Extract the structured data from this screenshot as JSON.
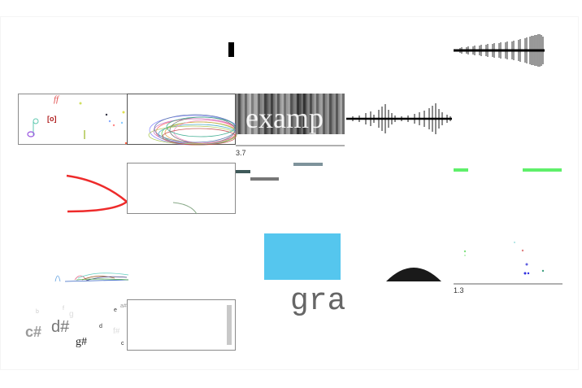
{
  "canvas": {
    "background": "#ffffff",
    "frame_border": "#f4f4f4"
  },
  "tiles": {
    "top_marker": {
      "color": "#000000"
    },
    "notes_panel": {
      "glyphs": [
        {
          "text": "ff",
          "color": "#e05050"
        },
        {
          "text": "[o]",
          "color": "#b02020"
        }
      ]
    },
    "scribble_panel": {
      "description": "tangled multicolor loops"
    },
    "collage_text": {
      "text": "examp",
      "color": "#ffffff"
    },
    "collage_value": "3.7",
    "waveform_top": {
      "color": "#000000"
    },
    "waveform_mid": {
      "color": "#000000"
    },
    "bars": {
      "dark_teal": "#3f5a5a",
      "gray": "#777777",
      "slate": "#7e939b",
      "green": "#5ff06a"
    },
    "red_arc": {
      "color": "#ee2b2b"
    },
    "arc_panel": {
      "arc_color": "#86a886"
    },
    "blue_rect": {
      "color": "#55c6ee"
    },
    "dome": {
      "color": "#1a1a1a"
    },
    "scatter_value": "1.3",
    "mono_text": {
      "text": "gra",
      "color": "#666666"
    },
    "note_names": [
      {
        "text": "c#",
        "size": 18,
        "color": "#9a9a9a",
        "bold": true
      },
      {
        "text": "d#",
        "size": 20,
        "color": "#777777",
        "bold": false
      },
      {
        "text": "g#",
        "size": 14,
        "color": "#222222",
        "bold": false
      },
      {
        "text": "d",
        "size": 7,
        "color": "#333333",
        "bold": false
      },
      {
        "text": "e",
        "size": 7,
        "color": "#333333",
        "bold": false
      },
      {
        "text": "a#",
        "size": 7,
        "color": "#999999",
        "bold": false
      },
      {
        "text": "b",
        "size": 7,
        "color": "#cccccc",
        "bold": false
      },
      {
        "text": "f",
        "size": 7,
        "color": "#cccccc",
        "bold": false
      },
      {
        "text": "g",
        "size": 10,
        "color": "#dddddd",
        "bold": false
      },
      {
        "text": "f#",
        "size": 10,
        "color": "#dddddd",
        "bold": false
      },
      {
        "text": "c",
        "size": 7,
        "color": "#222222",
        "bold": false
      }
    ],
    "slider_panel": {
      "handle_color": "#c8c8c8"
    }
  }
}
